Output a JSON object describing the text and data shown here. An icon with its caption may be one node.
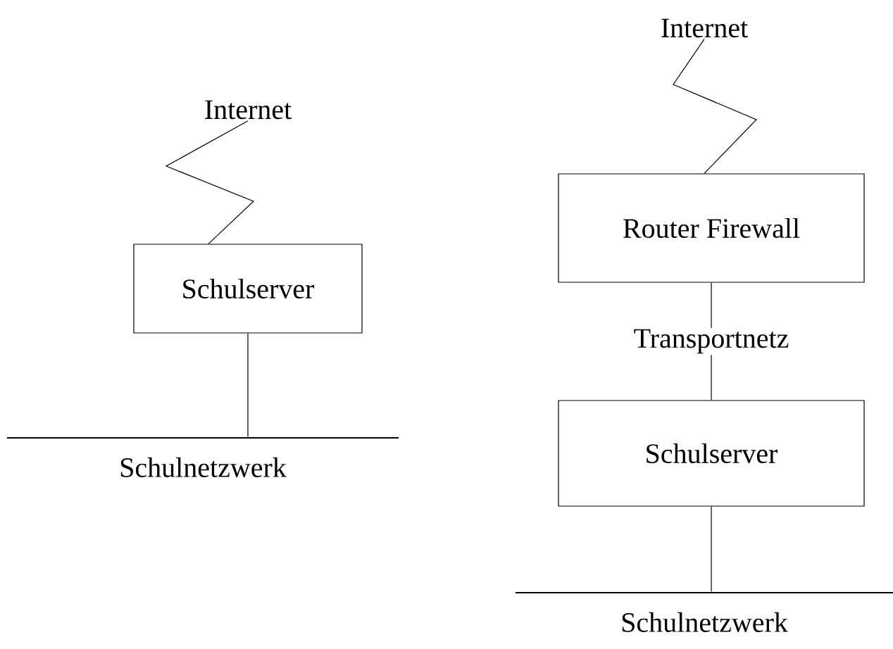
{
  "diagram": {
    "nodes": [
      {
        "text": [
          "Internet"
        ]
      },
      {
        "text": [
          "Schulserver"
        ]
      },
      {
        "text": [],
        "shape": "bar",
        "beside": [
          "Schulnetzwerk"
        ]
      },
      {
        "text": [
          "Internet"
        ]
      },
      {
        "text": [
          "Router Firewall"
        ]
      },
      {
        "text": [
          "Schulserver"
        ]
      },
      {
        "text": [],
        "shape": "bar",
        "beside": [
          "Schulnetzwerk"
        ]
      }
    ],
    "edges": [
      {
        "from": 1,
        "to": 0,
        "arrow": "none"
      },
      {
        "from": 1,
        "to": 2,
        "arrow": "none"
      },
      {
        "from": 4,
        "to": 3,
        "arrow": "none"
      },
      {
        "from": 4,
        "to": 5,
        "label": "Transportnetz",
        "arrow": "none"
      },
      {
        "from": 5,
        "to": 6,
        "arrow": "none"
      }
    ]
  }
}
